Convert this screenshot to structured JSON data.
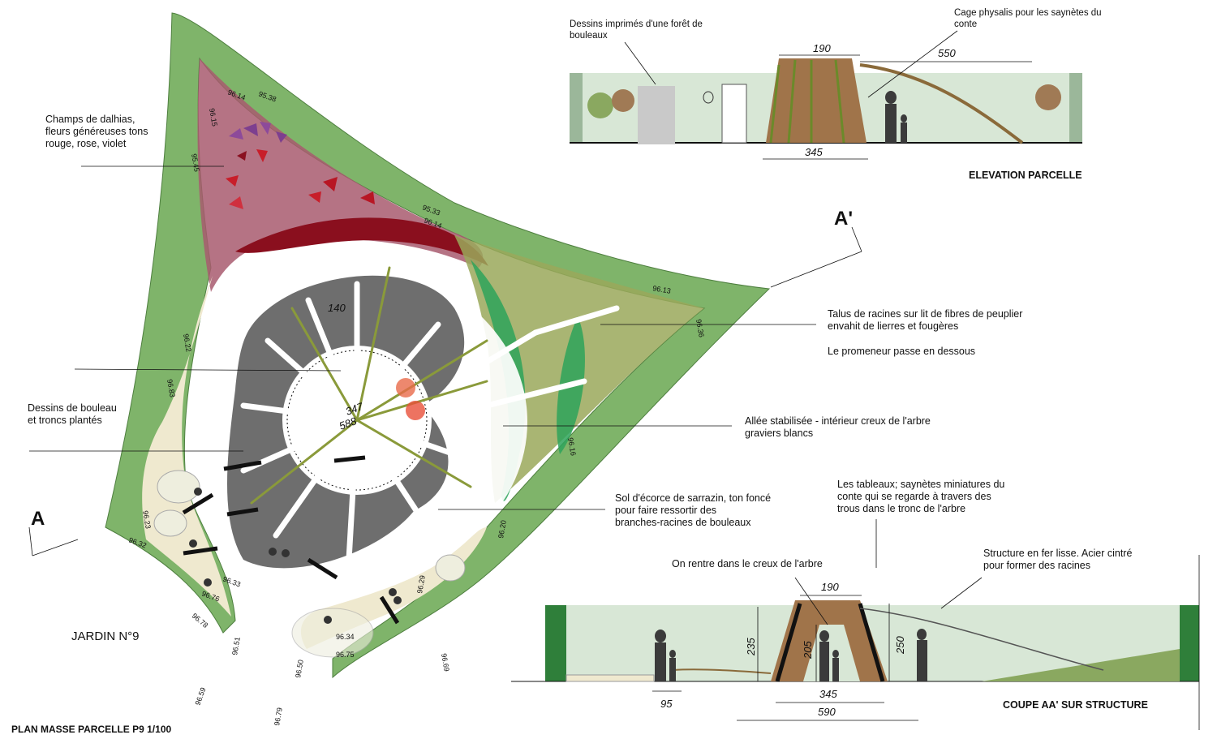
{
  "plan": {
    "title": "PLAN MASSE PARCELLE P9 1/100",
    "garden_name": "JARDIN N°9",
    "section_mark_a": "A",
    "section_mark_a_prime": "A'",
    "center_dims": [
      "347",
      "588"
    ],
    "dim_140": "140",
    "elevations": [
      "95.38",
      "96.14",
      "96.15",
      "95.45",
      "95.33",
      "96.14",
      "96.13",
      "96.36",
      "96.22",
      "96.83",
      "96.16",
      "96.23",
      "96.32",
      "96.33",
      "96.76",
      "96.78",
      "96.51",
      "96.59",
      "96.50",
      "96.79",
      "96.34",
      "96.75",
      "96.29",
      "96.69",
      "96.20"
    ]
  },
  "annotations": {
    "dahlias": [
      "Champs de dalhias,",
      "fleurs généreuses tons",
      "rouge, rose, violet"
    ],
    "birch": [
      "Dessins de bouleau",
      "et troncs plantés"
    ],
    "talus": [
      "Talus de racines sur lit de fibres de peuplier",
      "envahit de lierres et fougères"
    ],
    "promeneur": "Le promeneur passe en dessous",
    "allee": [
      "Allée stabilisée - intérieur creux de l'arbre",
      "graviers blancs"
    ],
    "sol": [
      "Sol d'écorce de sarrazin, ton foncé",
      "pour faire ressortir des",
      "branches-racines de bouleaux"
    ],
    "tableaux": [
      "Les tableaux; saynètes miniatures du",
      "conte qui se regarde à travers des",
      "trous dans le tronc de l'arbre"
    ],
    "structure": [
      "Structure en fer lisse. Acier cintré",
      "pour former des racines"
    ],
    "rentre": "On rentre dans le creux de l'arbre",
    "forest_print": [
      "Dessins imprimés d'une forêt de",
      "bouleaux"
    ],
    "cage": [
      "Cage physalis pour les saynètes du",
      "conte"
    ]
  },
  "elevation_view": {
    "title": "ELEVATION PARCELLE",
    "dims": [
      "190",
      "550",
      "345"
    ]
  },
  "section_view": {
    "title": "COUPE AA' SUR STRUCTURE",
    "dims": [
      "190",
      "235",
      "205",
      "250",
      "95",
      "345",
      "590"
    ]
  },
  "colors": {
    "border_green": "#7fb46a",
    "dahlia_field": "#a85a6e",
    "olive_talus": "#9aa85a",
    "bark_grey": "#6e6e6e",
    "path_beige": "#efe9cf",
    "sky_panel": "#d8e7d6"
  }
}
